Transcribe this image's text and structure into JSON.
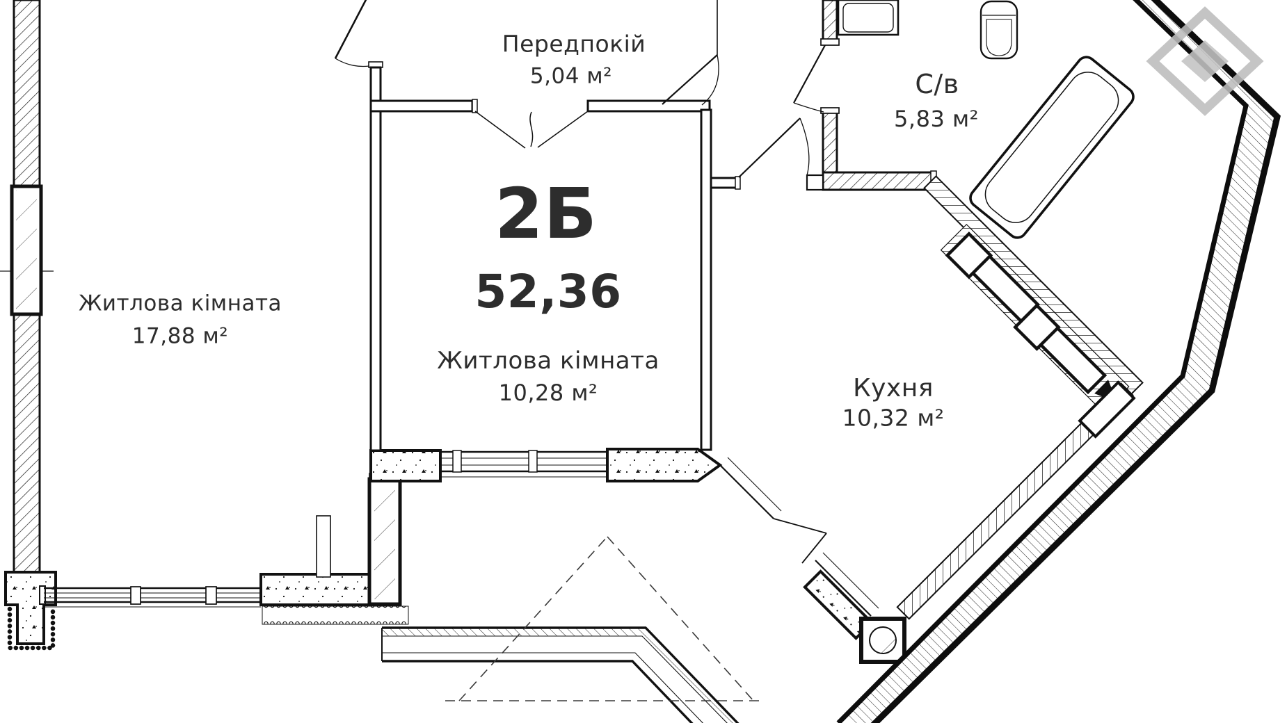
{
  "plan": {
    "apartment": {
      "type_label": "2Б",
      "total_area": "52,36"
    },
    "rooms": [
      {
        "id": "hallway",
        "name": "Передпокій",
        "area": "5,04 м²"
      },
      {
        "id": "bathroom",
        "name": "С/в",
        "area": "5,83 м²"
      },
      {
        "id": "living-room-1",
        "name": "Житлова кімната",
        "area": "17,88 м²"
      },
      {
        "id": "living-room-2",
        "name": "Житлова кімната",
        "area": "10,28 м²"
      },
      {
        "id": "kitchen",
        "name": "Кухня",
        "area": "10,32 м²"
      }
    ],
    "colors": {
      "line": "#161616",
      "text": "#2d2d2d",
      "logo": "#bdbdbd"
    }
  }
}
